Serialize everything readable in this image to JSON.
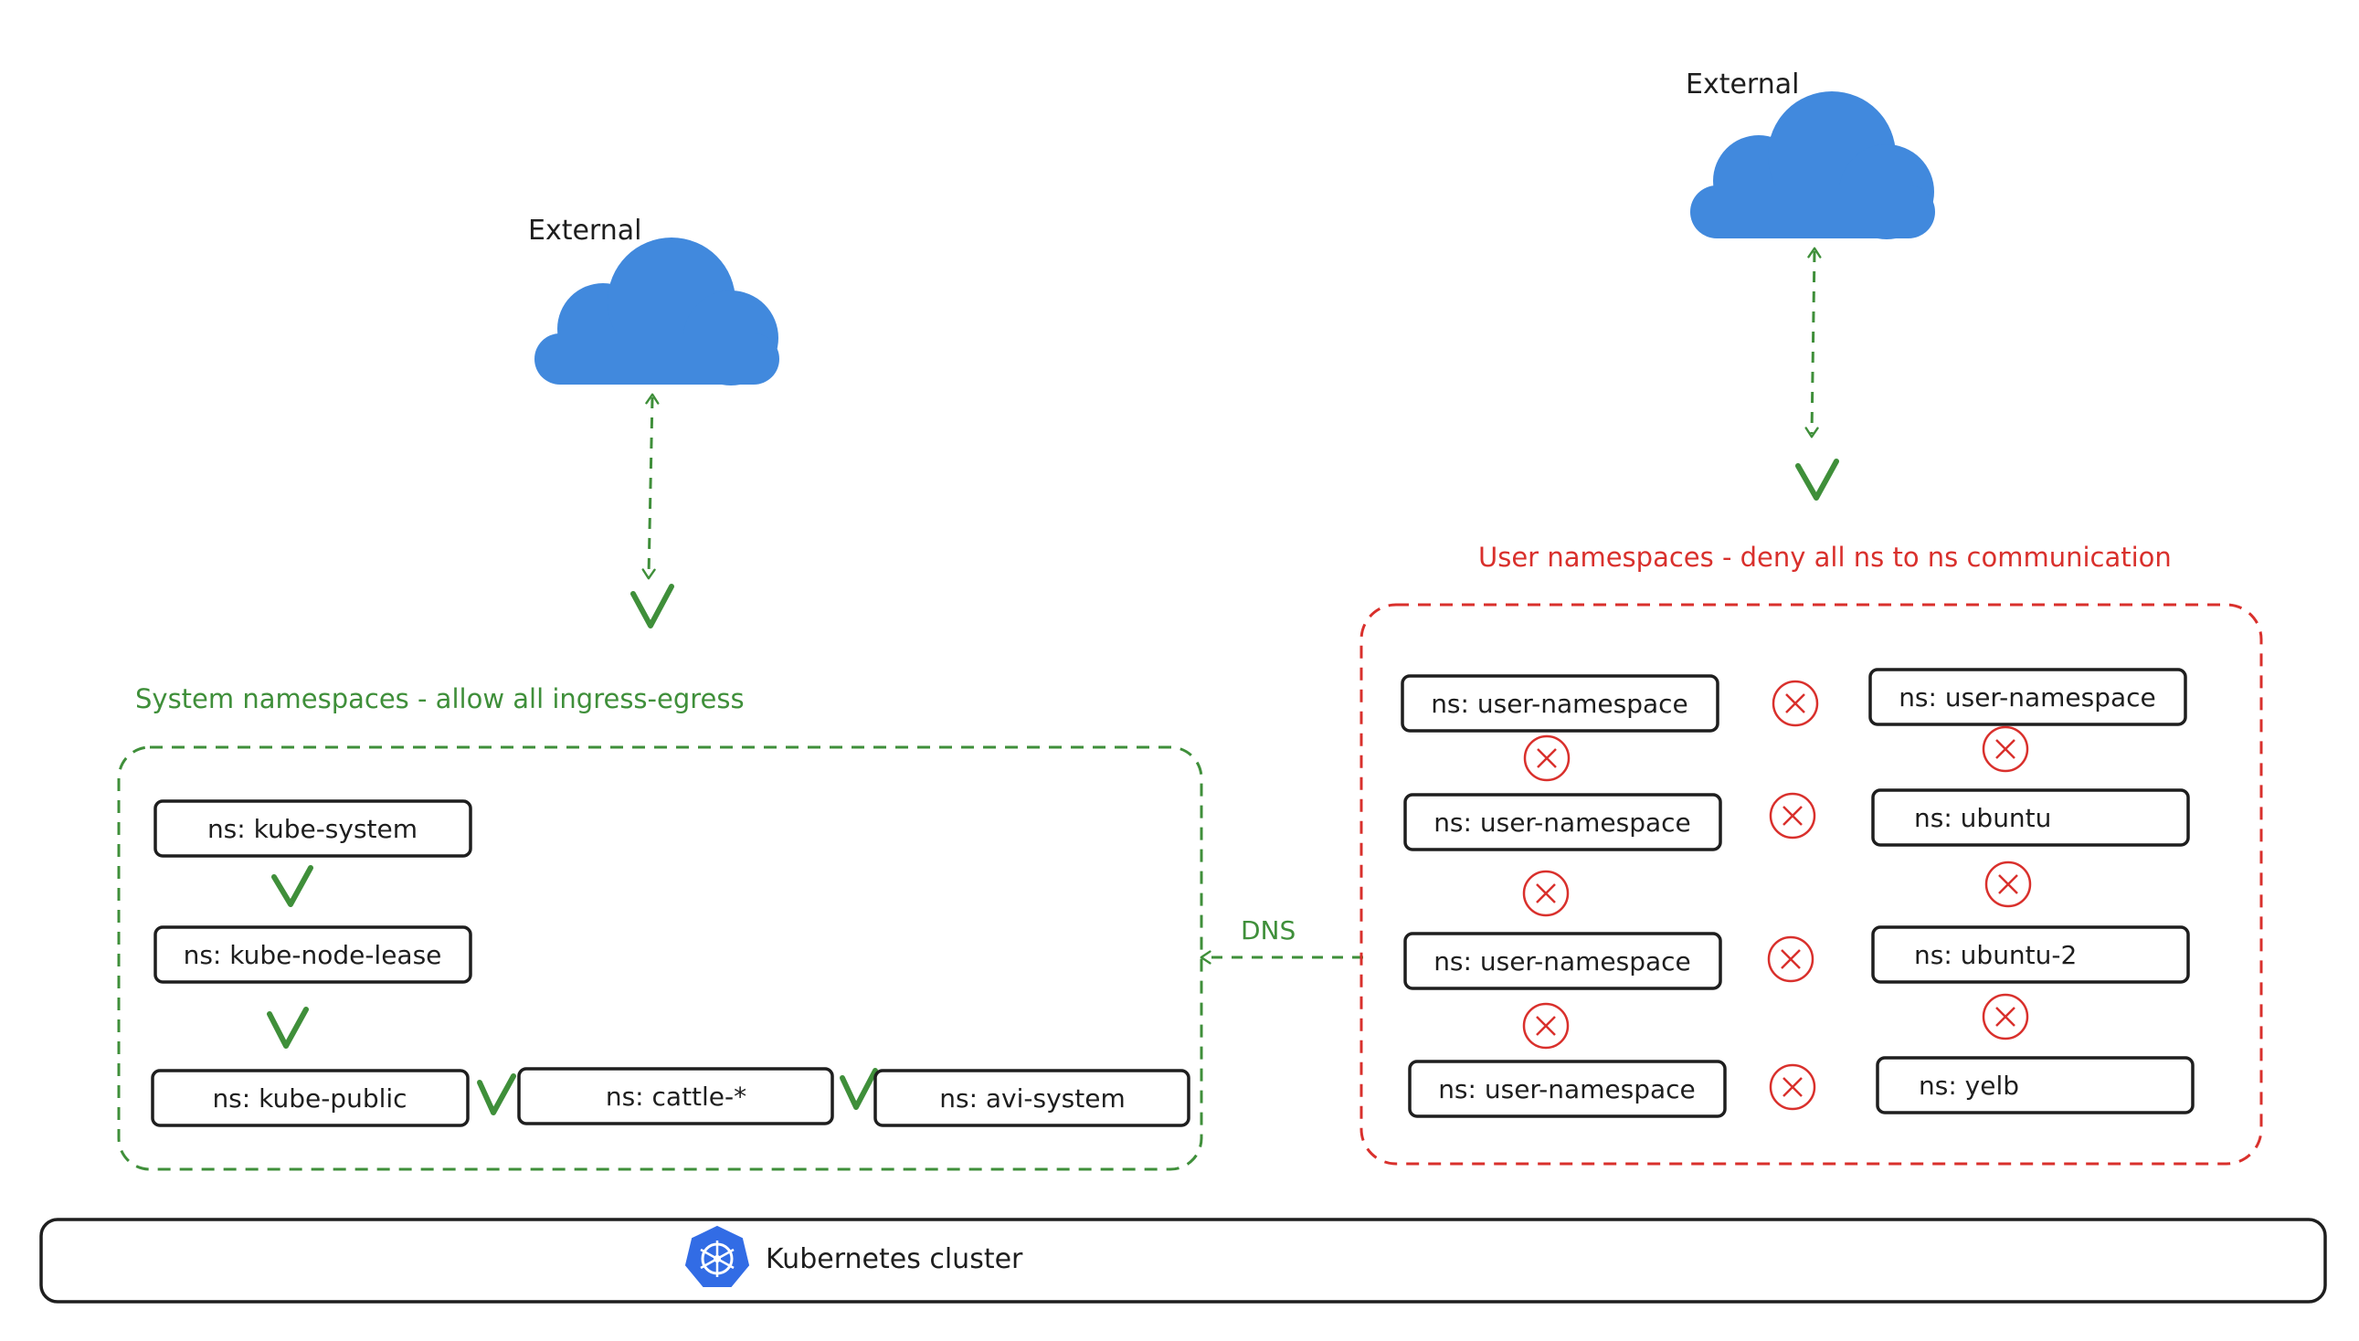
{
  "external_left": {
    "label": "External",
    "icon": "cloud-icon"
  },
  "external_right": {
    "label": "External",
    "icon": "cloud-icon"
  },
  "system_group": {
    "title": "System namespaces - allow all ingress-egress",
    "nodes": [
      "ns: kube-system",
      "ns: kube-node-lease",
      "ns: kube-public",
      "ns: cattle-*",
      "ns: avi-system"
    ]
  },
  "user_group": {
    "title": "User namespaces - deny all ns to ns communication",
    "left_nodes": [
      "ns: user-namespace",
      "ns: user-namespace",
      "ns: user-namespace",
      "ns: user-namespace"
    ],
    "right_nodes": [
      "ns: user-namespace",
      "ns: ubuntu",
      "ns: ubuntu-2",
      "ns: yelb"
    ]
  },
  "dns_label": "DNS",
  "cluster": {
    "label": "Kubernetes cluster",
    "icon": "kubernetes-icon"
  },
  "colors": {
    "allow": "#3f8f3a",
    "deny": "#d9302c",
    "cloud": "#4189dd",
    "ink": "#1e1e1e",
    "k8s": "#326ce5"
  }
}
